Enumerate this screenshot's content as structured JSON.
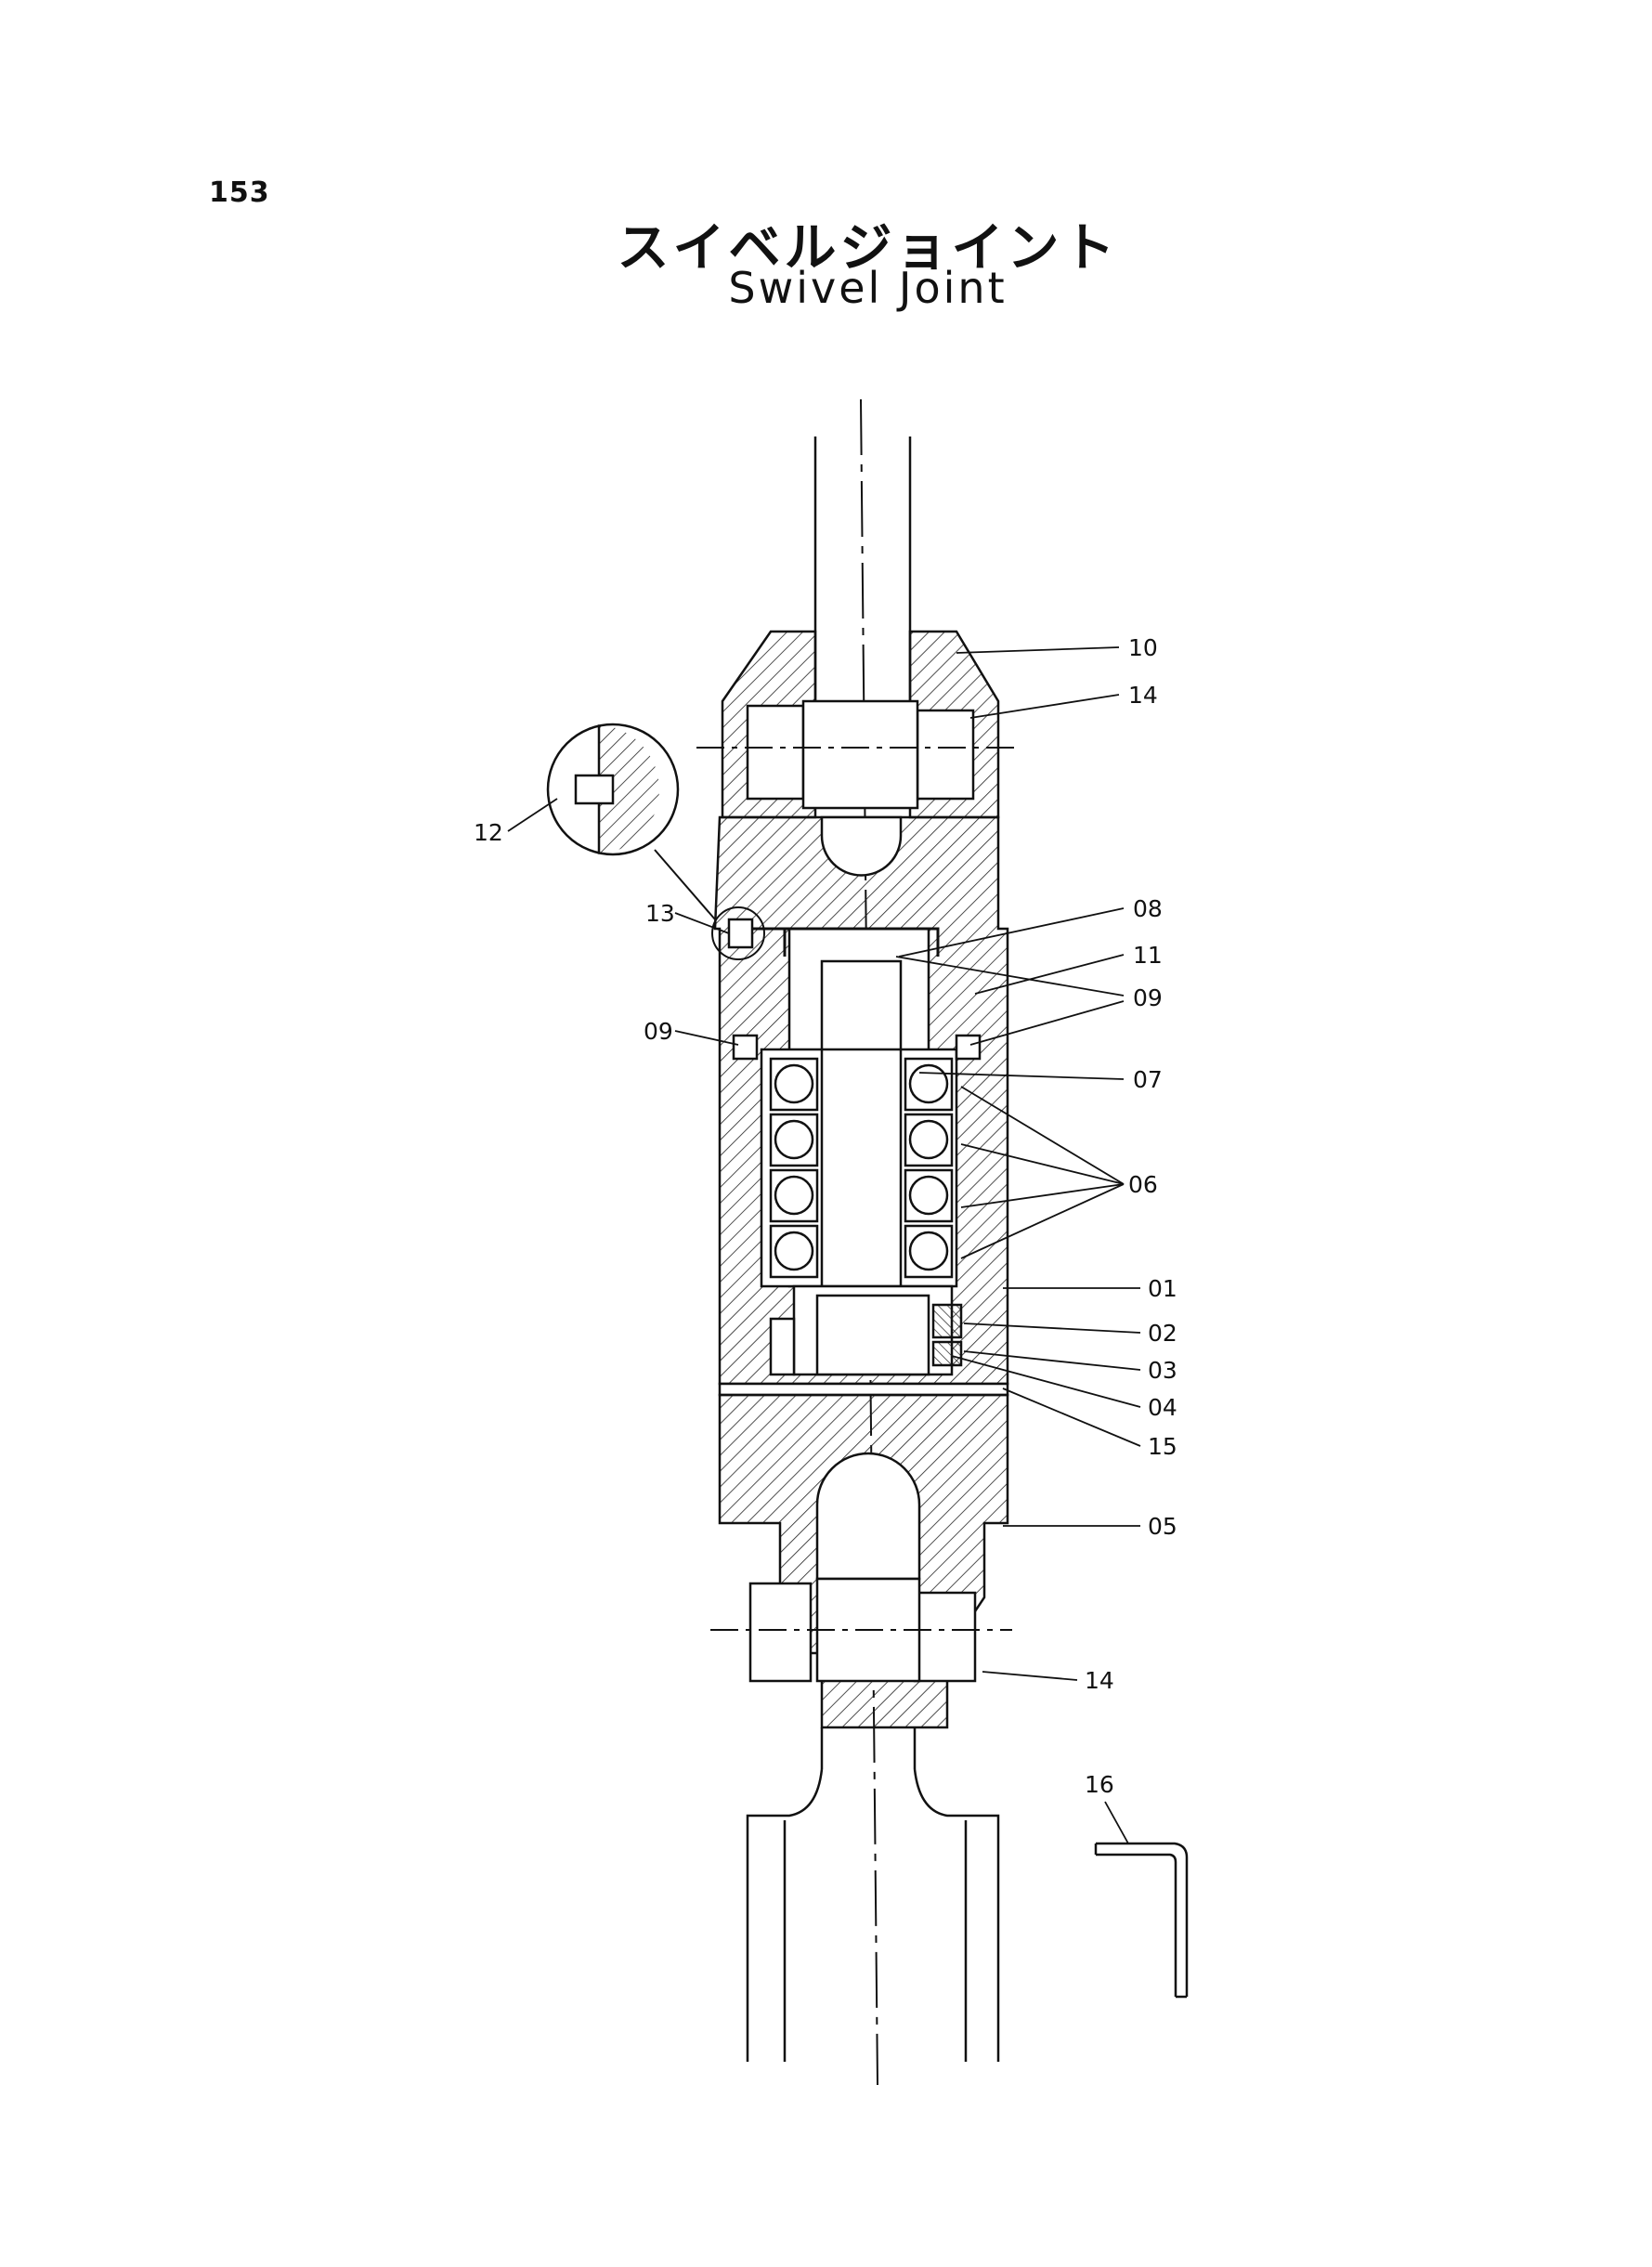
{
  "page": {
    "number": "153",
    "title_jp": "スイベルジョイント",
    "title_en": "Swivel Joint"
  },
  "callouts": {
    "c10": "10",
    "c14_top": "14",
    "c12": "12",
    "c13": "13",
    "c08": "08",
    "c11": "11",
    "c09_right": "09",
    "c09_left": "09",
    "c07": "07",
    "c06": "06",
    "c01": "01",
    "c02": "02",
    "c03": "03",
    "c04": "04",
    "c15": "15",
    "c05": "05",
    "c14_bottom": "14",
    "c16": "16"
  }
}
